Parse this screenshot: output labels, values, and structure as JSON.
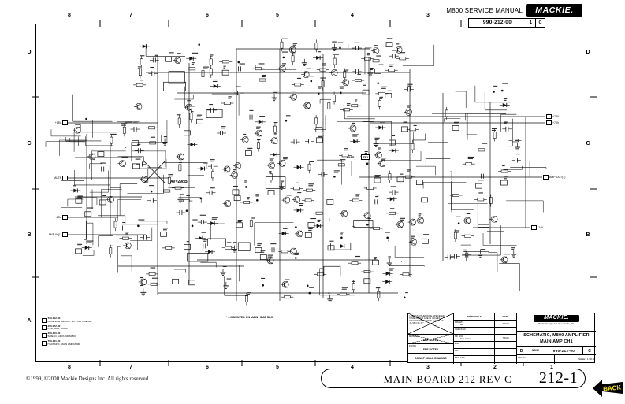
{
  "header": {
    "manual_title": "M800 SERVICE MANUAL",
    "brand": "MACKIE.",
    "doc_number": "990-212-00",
    "doc_sheet": "1",
    "doc_rev": "C"
  },
  "border": {
    "columns": [
      "8",
      "7",
      "6",
      "5",
      "4",
      "3",
      "2",
      "1"
    ],
    "rows": [
      "D",
      "C",
      "B",
      "A"
    ]
  },
  "schematic": {
    "gain_label": "AV=29dB",
    "bias_label": "BIAS",
    "testpoint_label": "TP1",
    "heatsink_note": "* = MOUNTED ON MAIN HEAT SINK",
    "left_terminals": [
      "+15V",
      "MUTE",
      "-15V",
      "AMP-IN(1)"
    ],
    "right_terminals": [
      "+74V",
      "+70V",
      "AMP-OUT(1)",
      "-74V"
    ],
    "parts_list": [
      {
        "number": "730-002-00",
        "desc": "ADHESIVE DENTAL, RV 4798, USE A/R"
      },
      {
        "number": "400-072-00",
        "desc": "PCB, BGA, M-800"
      },
      {
        "number": "400-300-00",
        "desc": "SHIELD, GROUND M800"
      },
      {
        "number": "700-031-00",
        "desc": "HEATSINK, MAIN AMP M800"
      }
    ]
  },
  "title_block": {
    "tolerance_lines": [
      "UNLESS OTHERWISE SPECIFIED",
      "DIMENSIONS ARE IN INCHES",
      "FRACTIONS  DECIMALS  ANGLES",
      "±1/16  ±.01  ±1°"
    ],
    "approvals_header": "APPROVALS",
    "date_header": "DATE",
    "approval_rows": [
      {
        "label": "DRAWN",
        "name": "BA",
        "date": "2-9-99"
      },
      {
        "label": "CHECKED",
        "name": "",
        "date": ""
      },
      {
        "label": "MF ENG",
        "name": "Ken Jones",
        "date": "7-8-99"
      },
      {
        "label": "ENG",
        "name": "",
        "date": ""
      },
      {
        "label": "QA",
        "name": "",
        "date": ""
      },
      {
        "label": "MFG ENG",
        "name": "",
        "date": ""
      }
    ],
    "material_label": "MATERIAL:",
    "material_value": "SEE NOTES",
    "finish_label": "FINISH:",
    "finish_value": "SEE NOTES",
    "no_scale_note": "DO NOT SCALE DRAWING",
    "brand": "MACKIE.",
    "company_line": "Mackie Designs Inc.  Woodinville, Wa.",
    "title_line1": "SCHEMATIC, M800 AMPLIFIER",
    "title_line2": "MAIN AMP CH1",
    "size_label": "SIZE",
    "size_value": "D",
    "scale_label": "SCALE:",
    "scale_value": "NONE",
    "dwg_label": "DWG. NO.",
    "dwg_number": "990-212-00",
    "rev_label": "REV.",
    "rev_value": "C",
    "ref_file_label": "REF FILE",
    "sheet_label": "SHEET 1 OF 4"
  },
  "footer": {
    "board_label": "MAIN BOARD 212 REV C",
    "page_number": "212-1",
    "back_label": "BACK",
    "copyright": "©1999, ©2000 Mackie Designs Inc. All rights reserved"
  }
}
